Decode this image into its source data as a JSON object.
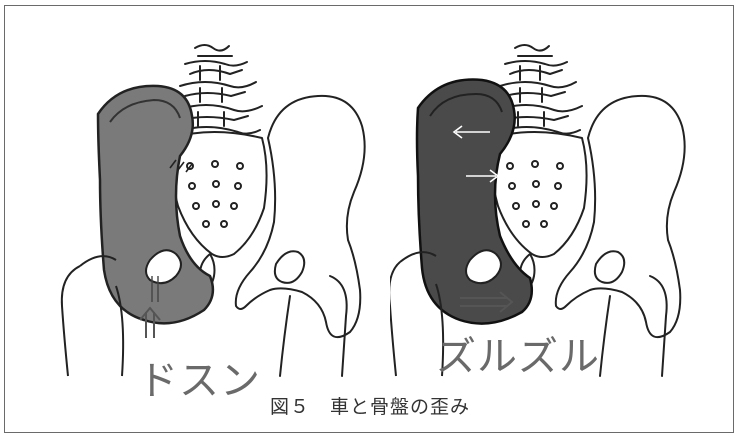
{
  "figure": {
    "left_label": "ドスン",
    "right_label": "ズルズル",
    "caption": "図５　車と骨盤の歪み"
  }
}
